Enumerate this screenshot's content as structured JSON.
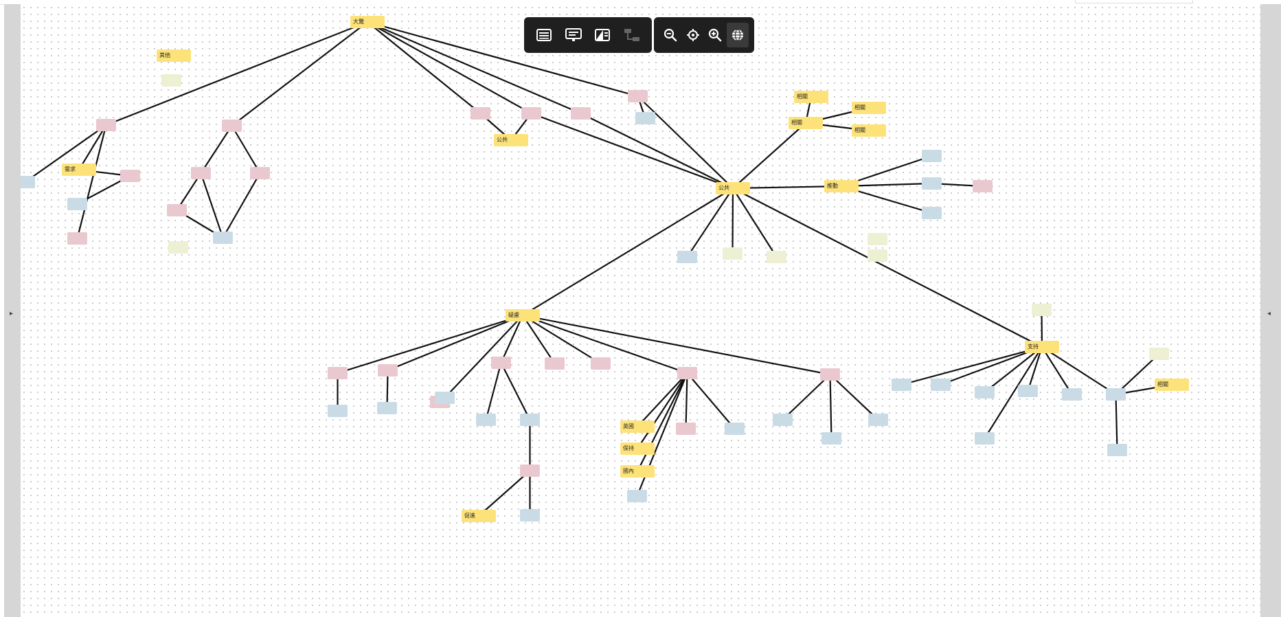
{
  "toolbar": {
    "view_buttons": [
      {
        "icon": "outline-view-icon"
      },
      {
        "icon": "card-view-icon"
      },
      {
        "icon": "split-view-icon"
      },
      {
        "icon": "tree-layout-icon"
      }
    ],
    "zoom_buttons": [
      {
        "icon": "zoom-out-icon"
      },
      {
        "icon": "center-target-icon"
      },
      {
        "icon": "zoom-in-icon"
      },
      {
        "icon": "globe-icon"
      }
    ]
  },
  "colors": {
    "yellow": "#fde27a",
    "pink": "#eac8cf",
    "blue": "#c9dce6",
    "beige": "#eef0d3",
    "edge": "#111111",
    "toolbar": "#1f1f1f"
  },
  "mindmap": {
    "nodes": [
      {
        "id": "n1",
        "label": "大覽",
        "color": "yellow"
      },
      {
        "id": "n2",
        "label": "其他",
        "color": "yellow"
      },
      {
        "id": "n3",
        "label": "",
        "color": "beige"
      },
      {
        "id": "n4",
        "label": "",
        "color": "pink"
      },
      {
        "id": "n5",
        "label": "",
        "color": "blue"
      },
      {
        "id": "n6",
        "label": "需求",
        "color": "yellow"
      },
      {
        "id": "n7",
        "label": "",
        "color": "pink"
      },
      {
        "id": "n8",
        "label": "",
        "color": "blue"
      },
      {
        "id": "n9",
        "label": "",
        "color": "pink"
      },
      {
        "id": "n10",
        "label": "",
        "color": "pink"
      },
      {
        "id": "n11",
        "label": "",
        "color": "pink"
      },
      {
        "id": "n12",
        "label": "",
        "color": "pink"
      },
      {
        "id": "n13",
        "label": "",
        "color": "pink"
      },
      {
        "id": "n14",
        "label": "",
        "color": "blue"
      },
      {
        "id": "n15",
        "label": "",
        "color": "beige"
      },
      {
        "id": "n16",
        "label": "",
        "color": "pink"
      },
      {
        "id": "n17",
        "label": "",
        "color": "pink"
      },
      {
        "id": "n18",
        "label": "公共",
        "color": "yellow"
      },
      {
        "id": "n19",
        "label": "",
        "color": "pink"
      },
      {
        "id": "n20",
        "label": "",
        "color": "pink"
      },
      {
        "id": "n21",
        "label": "",
        "color": "blue"
      },
      {
        "id": "n22",
        "label": "相關",
        "color": "yellow"
      },
      {
        "id": "n23",
        "label": "相關",
        "color": "yellow"
      },
      {
        "id": "n24",
        "label": "相關",
        "color": "yellow"
      },
      {
        "id": "n25",
        "label": "相關",
        "color": "yellow"
      },
      {
        "id": "n26",
        "label": "公共",
        "color": "yellow"
      },
      {
        "id": "n27",
        "label": "推動",
        "color": "yellow"
      },
      {
        "id": "n28",
        "label": "",
        "color": "blue"
      },
      {
        "id": "n29",
        "label": "",
        "color": "blue"
      },
      {
        "id": "n30",
        "label": "",
        "color": "pink"
      },
      {
        "id": "n31",
        "label": "",
        "color": "blue"
      },
      {
        "id": "n32",
        "label": "",
        "color": "blue"
      },
      {
        "id": "n33",
        "label": "",
        "color": "beige"
      },
      {
        "id": "n34",
        "label": "",
        "color": "beige"
      },
      {
        "id": "n35",
        "label": "",
        "color": "beige"
      },
      {
        "id": "n36",
        "label": "",
        "color": "beige"
      },
      {
        "id": "n37",
        "label": "疑慮",
        "color": "yellow"
      },
      {
        "id": "n38",
        "label": "",
        "color": "pink"
      },
      {
        "id": "n39",
        "label": "",
        "color": "blue"
      },
      {
        "id": "n40",
        "label": "",
        "color": "pink"
      },
      {
        "id": "n41",
        "label": "",
        "color": "blue"
      },
      {
        "id": "n42",
        "label": "",
        "color": "pink"
      },
      {
        "id": "n43",
        "label": "",
        "color": "blue"
      },
      {
        "id": "n44",
        "label": "",
        "color": "pink"
      },
      {
        "id": "n45",
        "label": "",
        "color": "blue"
      },
      {
        "id": "n46",
        "label": "",
        "color": "blue"
      },
      {
        "id": "n47",
        "label": "",
        "color": "pink"
      },
      {
        "id": "n48",
        "label": "促進",
        "color": "yellow"
      },
      {
        "id": "n49",
        "label": "",
        "color": "blue"
      },
      {
        "id": "n50",
        "label": "",
        "color": "pink"
      },
      {
        "id": "n51",
        "label": "",
        "color": "pink"
      },
      {
        "id": "n52",
        "label": "",
        "color": "pink"
      },
      {
        "id": "n53",
        "label": "英國",
        "color": "yellow"
      },
      {
        "id": "n54",
        "label": "保持",
        "color": "yellow"
      },
      {
        "id": "n55",
        "label": "國內",
        "color": "yellow"
      },
      {
        "id": "n56",
        "label": "",
        "color": "blue"
      },
      {
        "id": "n57",
        "label": "",
        "color": "pink"
      },
      {
        "id": "n58",
        "label": "",
        "color": "blue"
      },
      {
        "id": "n59",
        "label": "",
        "color": "pink"
      },
      {
        "id": "n60",
        "label": "",
        "color": "blue"
      },
      {
        "id": "n61",
        "label": "",
        "color": "blue"
      },
      {
        "id": "n62",
        "label": "",
        "color": "blue"
      },
      {
        "id": "n63",
        "label": "支持",
        "color": "yellow"
      },
      {
        "id": "n64",
        "label": "",
        "color": "beige"
      },
      {
        "id": "n65",
        "label": "",
        "color": "blue"
      },
      {
        "id": "n66",
        "label": "",
        "color": "blue"
      },
      {
        "id": "n67",
        "label": "",
        "color": "blue"
      },
      {
        "id": "n68",
        "label": "",
        "color": "blue"
      },
      {
        "id": "n69",
        "label": "",
        "color": "blue"
      },
      {
        "id": "n70",
        "label": "",
        "color": "blue"
      },
      {
        "id": "n71",
        "label": "",
        "color": "blue"
      },
      {
        "id": "n72",
        "label": "",
        "color": "beige"
      },
      {
        "id": "n73",
        "label": "相關",
        "color": "yellow"
      },
      {
        "id": "n74",
        "label": "",
        "color": "blue"
      }
    ],
    "edges": [
      [
        "n1",
        "n4"
      ],
      [
        "n1",
        "n10"
      ],
      [
        "n1",
        "n16"
      ],
      [
        "n1",
        "n17"
      ],
      [
        "n1",
        "n19"
      ],
      [
        "n1",
        "n20"
      ],
      [
        "n4",
        "n5"
      ],
      [
        "n4",
        "n6"
      ],
      [
        "n4",
        "n9"
      ],
      [
        "n6",
        "n7"
      ],
      [
        "n7",
        "n8"
      ],
      [
        "n10",
        "n11"
      ],
      [
        "n10",
        "n12"
      ],
      [
        "n11",
        "n13"
      ],
      [
        "n11",
        "n14"
      ],
      [
        "n12",
        "n14"
      ],
      [
        "n13",
        "n14"
      ],
      [
        "n16",
        "n18"
      ],
      [
        "n17",
        "n18"
      ],
      [
        "n20",
        "n21"
      ],
      [
        "n17",
        "n26"
      ],
      [
        "n19",
        "n26"
      ],
      [
        "n20",
        "n26"
      ],
      [
        "n22",
        "n23"
      ],
      [
        "n23",
        "n24"
      ],
      [
        "n23",
        "n25"
      ],
      [
        "n23",
        "n26"
      ],
      [
        "n26",
        "n27"
      ],
      [
        "n27",
        "n28"
      ],
      [
        "n27",
        "n29"
      ],
      [
        "n27",
        "n31"
      ],
      [
        "n29",
        "n30"
      ],
      [
        "n26",
        "n32"
      ],
      [
        "n26",
        "n33"
      ],
      [
        "n26",
        "n34"
      ],
      [
        "n26",
        "n37"
      ],
      [
        "n26",
        "n63"
      ],
      [
        "n37",
        "n38"
      ],
      [
        "n38",
        "n39"
      ],
      [
        "n37",
        "n40"
      ],
      [
        "n40",
        "n41"
      ],
      [
        "n37",
        "n43"
      ],
      [
        "n37",
        "n44"
      ],
      [
        "n44",
        "n45"
      ],
      [
        "n44",
        "n46"
      ],
      [
        "n46",
        "n47"
      ],
      [
        "n47",
        "n48"
      ],
      [
        "n47",
        "n49"
      ],
      [
        "n37",
        "n50"
      ],
      [
        "n37",
        "n51"
      ],
      [
        "n37",
        "n52"
      ],
      [
        "n52",
        "n53"
      ],
      [
        "n52",
        "n54"
      ],
      [
        "n52",
        "n55"
      ],
      [
        "n52",
        "n56"
      ],
      [
        "n52",
        "n57"
      ],
      [
        "n52",
        "n58"
      ],
      [
        "n37",
        "n59"
      ],
      [
        "n59",
        "n60"
      ],
      [
        "n59",
        "n61"
      ],
      [
        "n59",
        "n62"
      ],
      [
        "n63",
        "n64"
      ],
      [
        "n63",
        "n65"
      ],
      [
        "n63",
        "n66"
      ],
      [
        "n63",
        "n67"
      ],
      [
        "n63",
        "n68"
      ],
      [
        "n63",
        "n69"
      ],
      [
        "n63",
        "n70"
      ],
      [
        "n63",
        "n71"
      ],
      [
        "n71",
        "n72"
      ],
      [
        "n71",
        "n73"
      ],
      [
        "n71",
        "n74"
      ]
    ]
  }
}
